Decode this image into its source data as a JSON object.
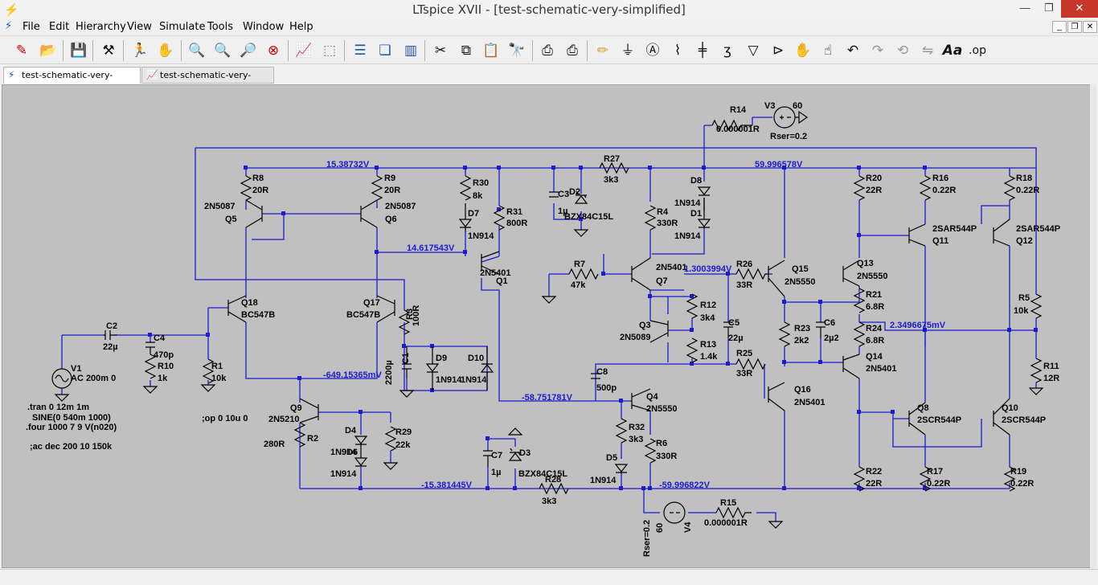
{
  "window": {
    "title": "LTspice XVII - [test-schematic-very-simplified]",
    "controls": {
      "minimize": "—",
      "maximize": "❐",
      "close": "✕"
    }
  },
  "menu": [
    "File",
    "Edit",
    "Hierarchy",
    "View",
    "Simulate",
    "Tools",
    "Window",
    "Help"
  ],
  "toolbar_icons": [
    "new-schematic-icon",
    "open-icon",
    "save-icon",
    "control-panel-icon",
    "run-icon",
    "halt-icon",
    "zoom-in-icon",
    "zoom-pan-icon",
    "zoom-out-icon",
    "zoom-fit-icon",
    "autorange-icon",
    "plot-settings-icon",
    "tile-horizontal-icon",
    "cascade-icon",
    "tile-vertical-icon",
    "cut-icon",
    "copy-icon",
    "paste-icon",
    "find-icon",
    "print-icon",
    "print-setup-icon",
    "draw-wire-icon",
    "ground-icon",
    "label-net-icon",
    "resistor-icon",
    "capacitor-icon",
    "inductor-icon",
    "diode-icon",
    "component-icon",
    "move-icon",
    "drag-icon",
    "undo-icon",
    "redo-icon",
    "rotate-icon",
    "mirror-icon",
    "text-icon",
    "spice-directive-icon"
  ],
  "toolbar_text": {
    "text_tool": "Aa",
    "op_tool": ".op"
  },
  "tabs": [
    {
      "label": "test-schematic-very-simplified",
      "icon": "schematic-icon",
      "active": true
    },
    {
      "label": "test-schematic-very-simplified",
      "icon": "waveform-icon",
      "active": false
    }
  ],
  "schematic": {
    "components": {
      "R14": {
        "name": "R14",
        "value": "0.000001R"
      },
      "V3": {
        "name": "V3",
        "value": "60",
        "extra": "Rser=0.2"
      },
      "R27": {
        "name": "R27",
        "value": "3k3"
      },
      "R8": {
        "name": "R8",
        "value": "20R"
      },
      "R9": {
        "name": "R9",
        "value": "20R"
      },
      "R30": {
        "name": "R30",
        "value": "8k"
      },
      "R31": {
        "name": "R31",
        "value": "800R"
      },
      "C3": {
        "name": "C3",
        "value": "1µ"
      },
      "D2": {
        "name": "D2",
        "value": "BZX84C15L"
      },
      "D7": {
        "name": "D7",
        "value": "1N914"
      },
      "D8": {
        "name": "D8",
        "value": "1N914"
      },
      "D1": {
        "name": "D1",
        "value": "1N914"
      },
      "R4": {
        "name": "R4",
        "value": "330R"
      },
      "R20": {
        "name": "R20",
        "value": "22R"
      },
      "R16": {
        "name": "R16",
        "value": "0.22R"
      },
      "R18": {
        "name": "R18",
        "value": "0.22R"
      },
      "Q5": {
        "name": "Q5",
        "value": "2N5087"
      },
      "Q6": {
        "name": "Q6",
        "value": "2N5087"
      },
      "Q11": {
        "name": "Q11",
        "value": "2SAR544P"
      },
      "Q12": {
        "name": "Q12",
        "value": "2SAR544P"
      },
      "Q1": {
        "name": "Q1",
        "value": "2N5401"
      },
      "R7": {
        "name": "R7",
        "value": "47k"
      },
      "Q7": {
        "name": "Q7",
        "value": "2N5401"
      },
      "R26": {
        "name": "R26",
        "value": "33R"
      },
      "Q15": {
        "name": "Q15",
        "value": "2N5550"
      },
      "Q13": {
        "name": "Q13",
        "value": "2N5550"
      },
      "R21": {
        "name": "R21",
        "value": "6.8R"
      },
      "R5": {
        "name": "R5",
        "value": "10k"
      },
      "Q18": {
        "name": "Q18",
        "value": "BC547B"
      },
      "Q17": {
        "name": "Q17",
        "value": "BC547B"
      },
      "R3": {
        "name": "R3",
        "value": "100R"
      },
      "R12": {
        "name": "R12",
        "value": "3k4"
      },
      "Q3": {
        "name": "Q3",
        "value": "2N5089"
      },
      "C5": {
        "name": "C5",
        "value": "22µ"
      },
      "R23": {
        "name": "R23",
        "value": "2k2"
      },
      "C6": {
        "name": "C6",
        "value": "2µ2"
      },
      "R24": {
        "name": "R24",
        "value": "6.8R"
      },
      "C2": {
        "name": "C2",
        "value": "22µ"
      },
      "C4": {
        "name": "C4",
        "value": "470p"
      },
      "R10": {
        "name": "R10",
        "value": "1k"
      },
      "R1": {
        "name": "R1",
        "value": "10k"
      },
      "V1": {
        "name": "V1",
        "value": "AC 200m 0"
      },
      "C1": {
        "name": "C1",
        "value": "2200µ"
      },
      "D9": {
        "name": "D9",
        "value": "1N914"
      },
      "D10": {
        "name": "D10",
        "value": "1N914"
      },
      "R13": {
        "name": "R13",
        "value": "1.4k"
      },
      "R25": {
        "name": "R25",
        "value": "33R"
      },
      "Q14": {
        "name": "Q14",
        "value": "2N5401"
      },
      "R11": {
        "name": "R11",
        "value": "12R"
      },
      "C8": {
        "name": "C8",
        "value": "500p"
      },
      "Q4": {
        "name": "Q4",
        "value": "2N5550"
      },
      "Q16": {
        "name": "Q16",
        "value": "2N5401"
      },
      "Q9": {
        "name": "Q9",
        "value": "2N5210"
      },
      "R2": {
        "name": "R2",
        "value": "280R"
      },
      "D4": {
        "name": "D4",
        "value": "1N914"
      },
      "D6": {
        "name": "D6",
        "value": "1N914"
      },
      "R29": {
        "name": "R29",
        "value": "22k"
      },
      "R32": {
        "name": "R32",
        "value": "3k3"
      },
      "R6": {
        "name": "R6",
        "value": "330R"
      },
      "Q8": {
        "name": "Q8",
        "value": "2SCR544P"
      },
      "Q10": {
        "name": "Q10",
        "value": "2SCR544P"
      },
      "C7": {
        "name": "C7",
        "value": "1µ"
      },
      "D3": {
        "name": "D3",
        "value": "BZX84C15L"
      },
      "D5": {
        "name": "D5",
        "value": "1N914"
      },
      "R28": {
        "name": "R28",
        "value": "3k3"
      },
      "R22": {
        "name": "R22",
        "value": "22R"
      },
      "R17": {
        "name": "R17",
        "value": "0.22R"
      },
      "R19": {
        "name": "R19",
        "value": "0.22R"
      },
      "R15": {
        "name": "R15",
        "value": "0.000001R"
      },
      "V4": {
        "name": "V4",
        "value": "60",
        "extra": "Rser=0.2"
      }
    },
    "node_voltages": [
      "15.38732V",
      "59.996578V",
      "14.617543V",
      "1.3003994V",
      "2.3496675mV",
      "-649.15365mV",
      "-58.751781V",
      "-15.381445V",
      "-59.996822V"
    ],
    "directives": {
      "tran": ".tran 0 12m 1m",
      "sine": "SINE(0 540m 1000)",
      "four": ".four 1000 7 9 V(n020)",
      "ac": ";ac dec 200 10 150k",
      "op": ";op 0 10u 0"
    }
  }
}
